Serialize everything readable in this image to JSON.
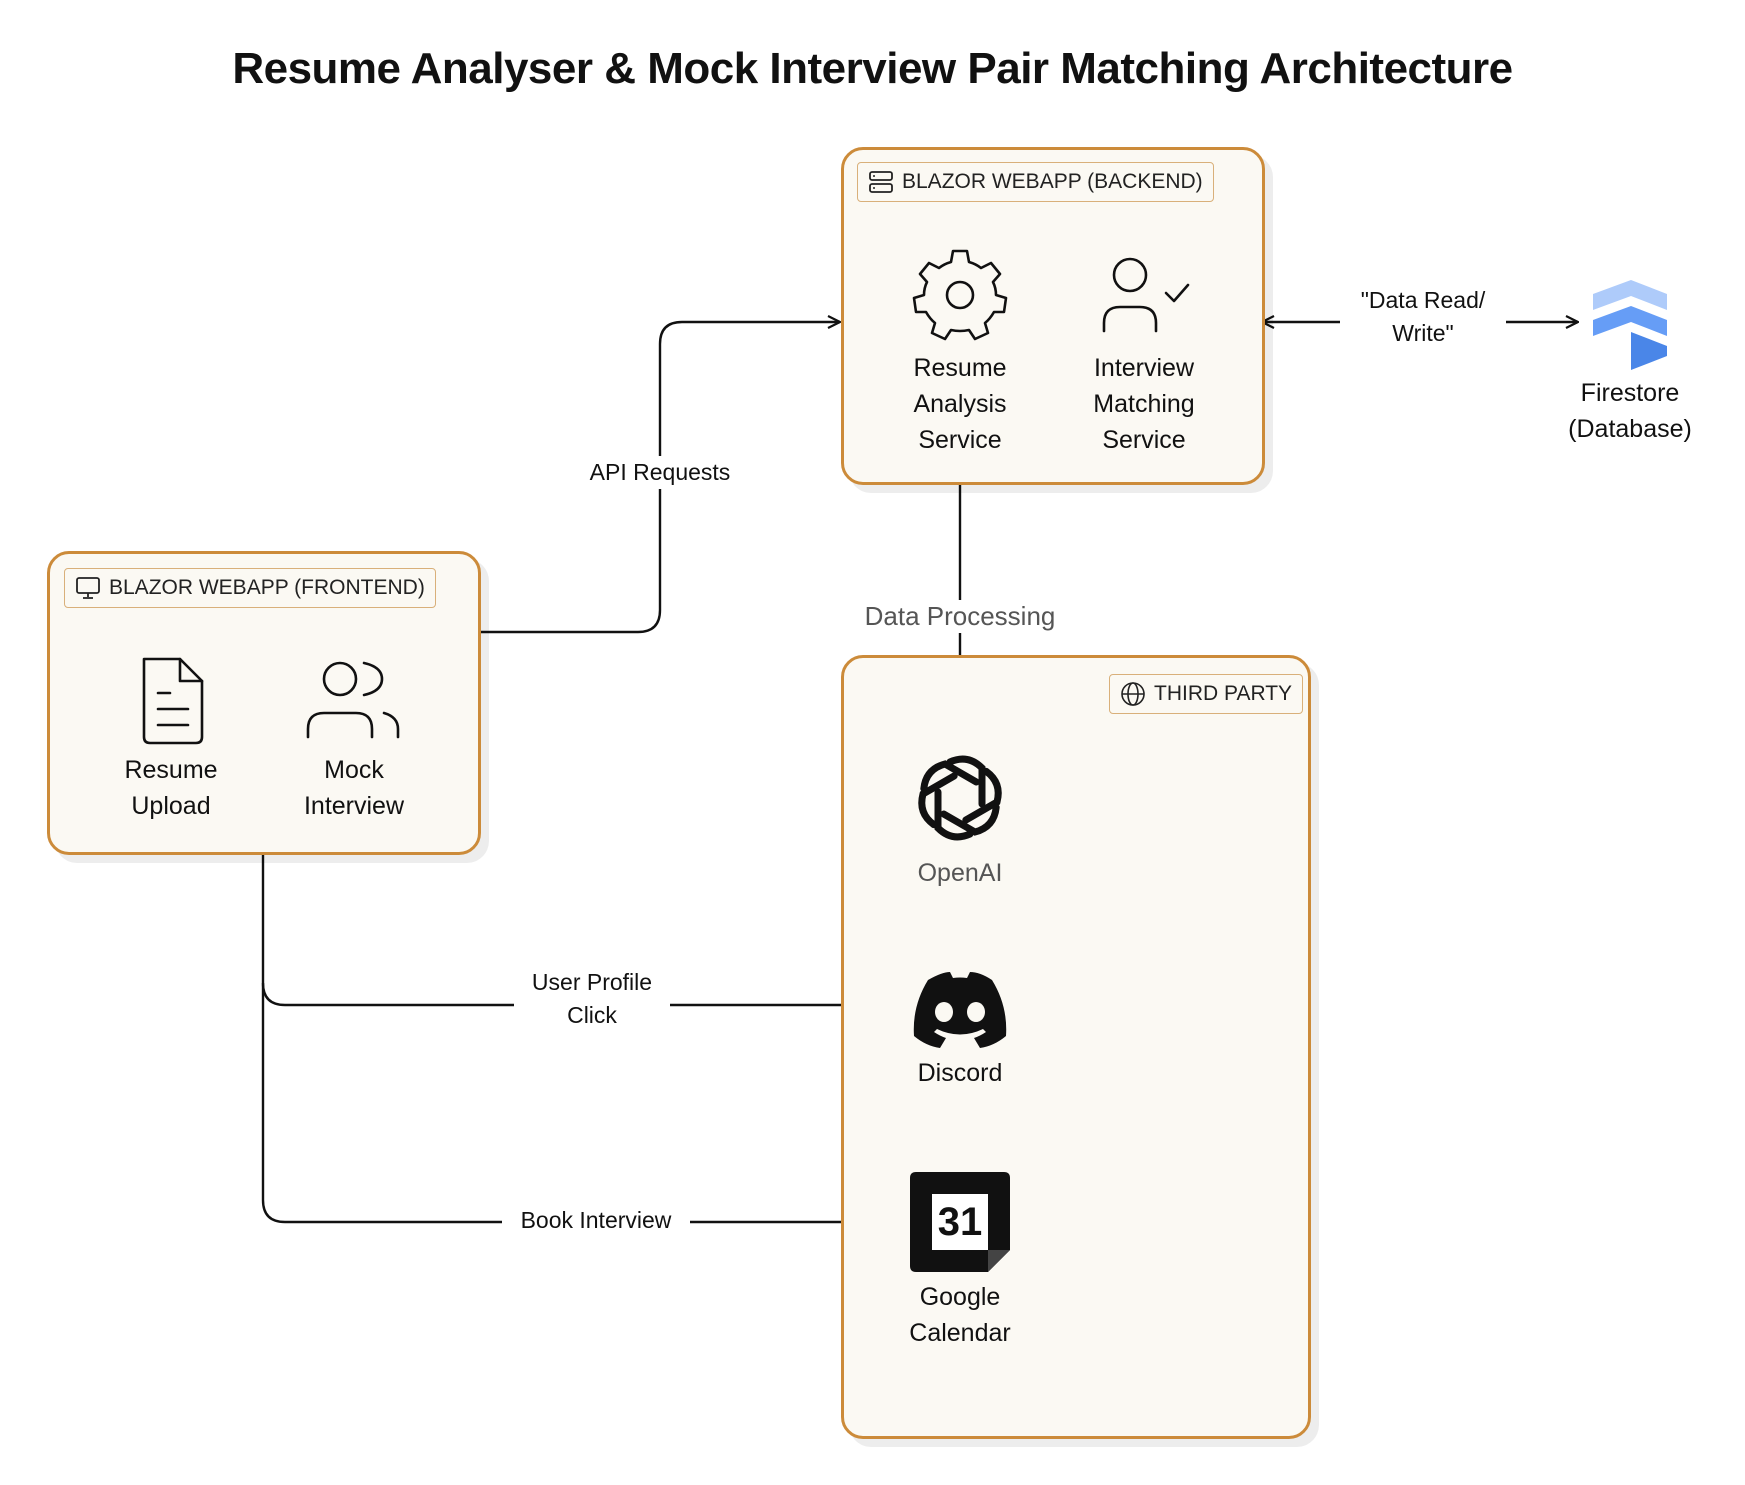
{
  "title": "Resume Analyser & Mock Interview Pair Matching Architecture",
  "groups": {
    "backend": {
      "label": "BLAZOR WEBAPP (BACKEND)"
    },
    "frontend": {
      "label": "BLAZOR WEBAPP (FRONTEND)"
    },
    "third_party": {
      "label": "THIRD PARTY"
    }
  },
  "nodes": {
    "resume_analysis": {
      "line1": "Resume",
      "line2": "Analysis",
      "line3": "Service",
      "icon": "gear-icon"
    },
    "interview_matching": {
      "line1": "Interview",
      "line2": "Matching",
      "line3": "Service",
      "icon": "user-check-icon"
    },
    "firestore": {
      "line1": "Firestore",
      "line2": "(Database)",
      "icon": "firestore-icon"
    },
    "resume_upload": {
      "line1": "Resume",
      "line2": "Upload",
      "icon": "document-icon"
    },
    "mock_interview": {
      "line1": "Mock",
      "line2": "Interview",
      "icon": "users-icon"
    },
    "openai": {
      "label": "OpenAI",
      "icon": "openai-icon"
    },
    "discord": {
      "label": "Discord",
      "icon": "discord-icon"
    },
    "google_calendar": {
      "line1": "Google",
      "line2": "Calendar",
      "icon": "google-calendar-icon",
      "icon_text": "31"
    }
  },
  "edges": {
    "api_requests": "API Requests",
    "data_rw_1": "\"Data Read/",
    "data_rw_2": "Write\"",
    "data_processing": "Data Processing",
    "user_profile_1": "User Profile",
    "user_profile_2": "Click",
    "book_interview": "Book Interview"
  },
  "colors": {
    "group_border": "#cc8b3a",
    "group_fill": "#fbf9f3",
    "firestore_blue": "#4a86e8"
  }
}
